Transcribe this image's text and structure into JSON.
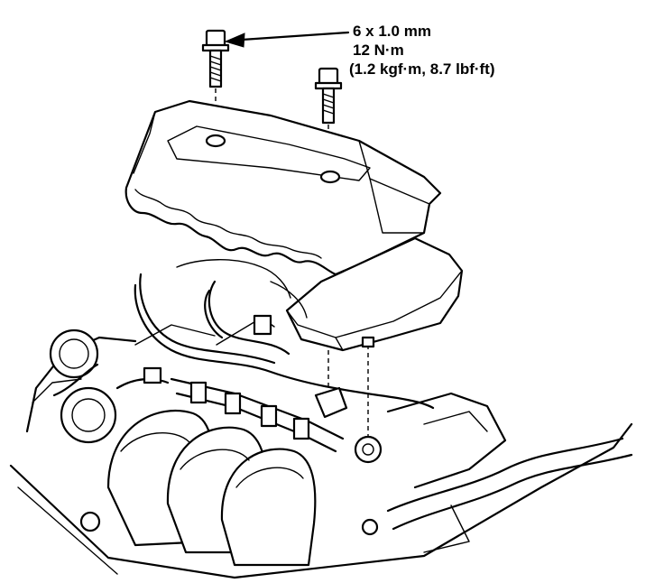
{
  "callout": {
    "size": "6 x 1.0 mm",
    "torque_nm": "12 N·m",
    "torque_alt": "(1.2 kgf·m, 8.7 lbf·ft)"
  }
}
